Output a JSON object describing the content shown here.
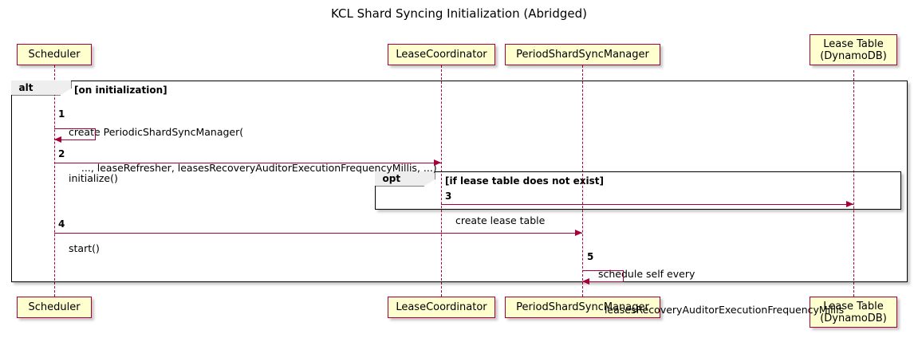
{
  "title": "KCL Shard Syncing Initialization (Abridged)",
  "participants": [
    {
      "id": "scheduler",
      "lines": [
        "Scheduler"
      ]
    },
    {
      "id": "lease-coordinator",
      "lines": [
        "LeaseCoordinator"
      ]
    },
    {
      "id": "period-shard-sync-manager",
      "lines": [
        "PeriodShardSyncManager"
      ]
    },
    {
      "id": "lease-table",
      "lines": [
        "Lease Table",
        "(DynamoDB)"
      ]
    }
  ],
  "fragments": [
    {
      "id": "alt",
      "type": "alt",
      "guard": "[on initialization]"
    },
    {
      "id": "opt",
      "type": "opt",
      "guard": "[if lease table does not exist]"
    }
  ],
  "messages": [
    {
      "number": "1",
      "lines": [
        "create PeriodicShardSyncManager(",
        "    ..., leaseRefresher, leasesRecoveryAuditorExecutionFrequencyMillis, ...)"
      ],
      "from": "scheduler",
      "to": "scheduler",
      "kind": "self"
    },
    {
      "number": "2",
      "lines": [
        "initialize()"
      ],
      "from": "scheduler",
      "to": "lease-coordinator",
      "kind": "call"
    },
    {
      "number": "3",
      "lines": [
        "create lease table"
      ],
      "from": "lease-coordinator",
      "to": "lease-table",
      "kind": "call"
    },
    {
      "number": "4",
      "lines": [
        "start()"
      ],
      "from": "scheduler",
      "to": "period-shard-sync-manager",
      "kind": "call"
    },
    {
      "number": "5",
      "lines": [
        "schedule self every",
        "  leasesRecoveryAuditorExecutionFrequencyMillis"
      ],
      "from": "period-shard-sync-manager",
      "to": "period-shard-sync-manager",
      "kind": "self"
    }
  ],
  "colors": {
    "participant_fill": "#FEFECE",
    "participant_border": "#A80036",
    "message_line": "#A80036",
    "fragment_border": "#000000",
    "fragment_tab_fill": "#EEEEEE",
    "background": "#FFFFFF"
  }
}
